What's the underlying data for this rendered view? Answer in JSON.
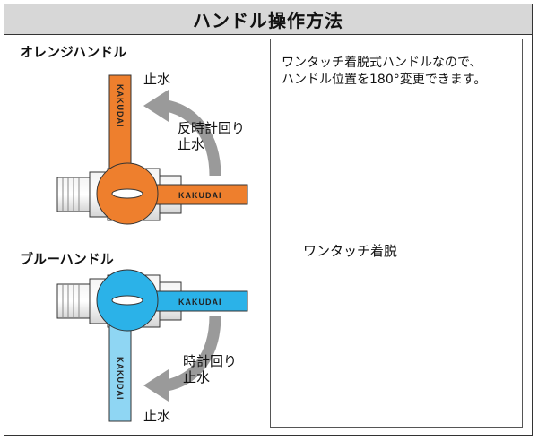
{
  "title": "ハンドル操作方法",
  "orange": {
    "heading": "オレンジハンドル",
    "stop_top": "止水",
    "ccw_line1": "反時計回り",
    "ccw_line2": "止水",
    "brand": "KAKUDAI",
    "color": "#ee7f2d"
  },
  "blue": {
    "heading": "ブルーハンドル",
    "cw_line1": "時計回り",
    "cw_line2": "止水",
    "stop_bottom": "止水",
    "brand": "KAKUDAI",
    "color": "#2bb2e8"
  },
  "right": {
    "note_line1": "ワンタッチ着脱式ハンドルなので、",
    "note_line2": "ハンドル位置を180°変更できます。",
    "detach_label": "ワンタッチ着脱"
  },
  "colors": {
    "gray_handle": "#a9a9a9",
    "arrow_gray": "#9a9a9a",
    "dark_arrow": "#555555"
  }
}
